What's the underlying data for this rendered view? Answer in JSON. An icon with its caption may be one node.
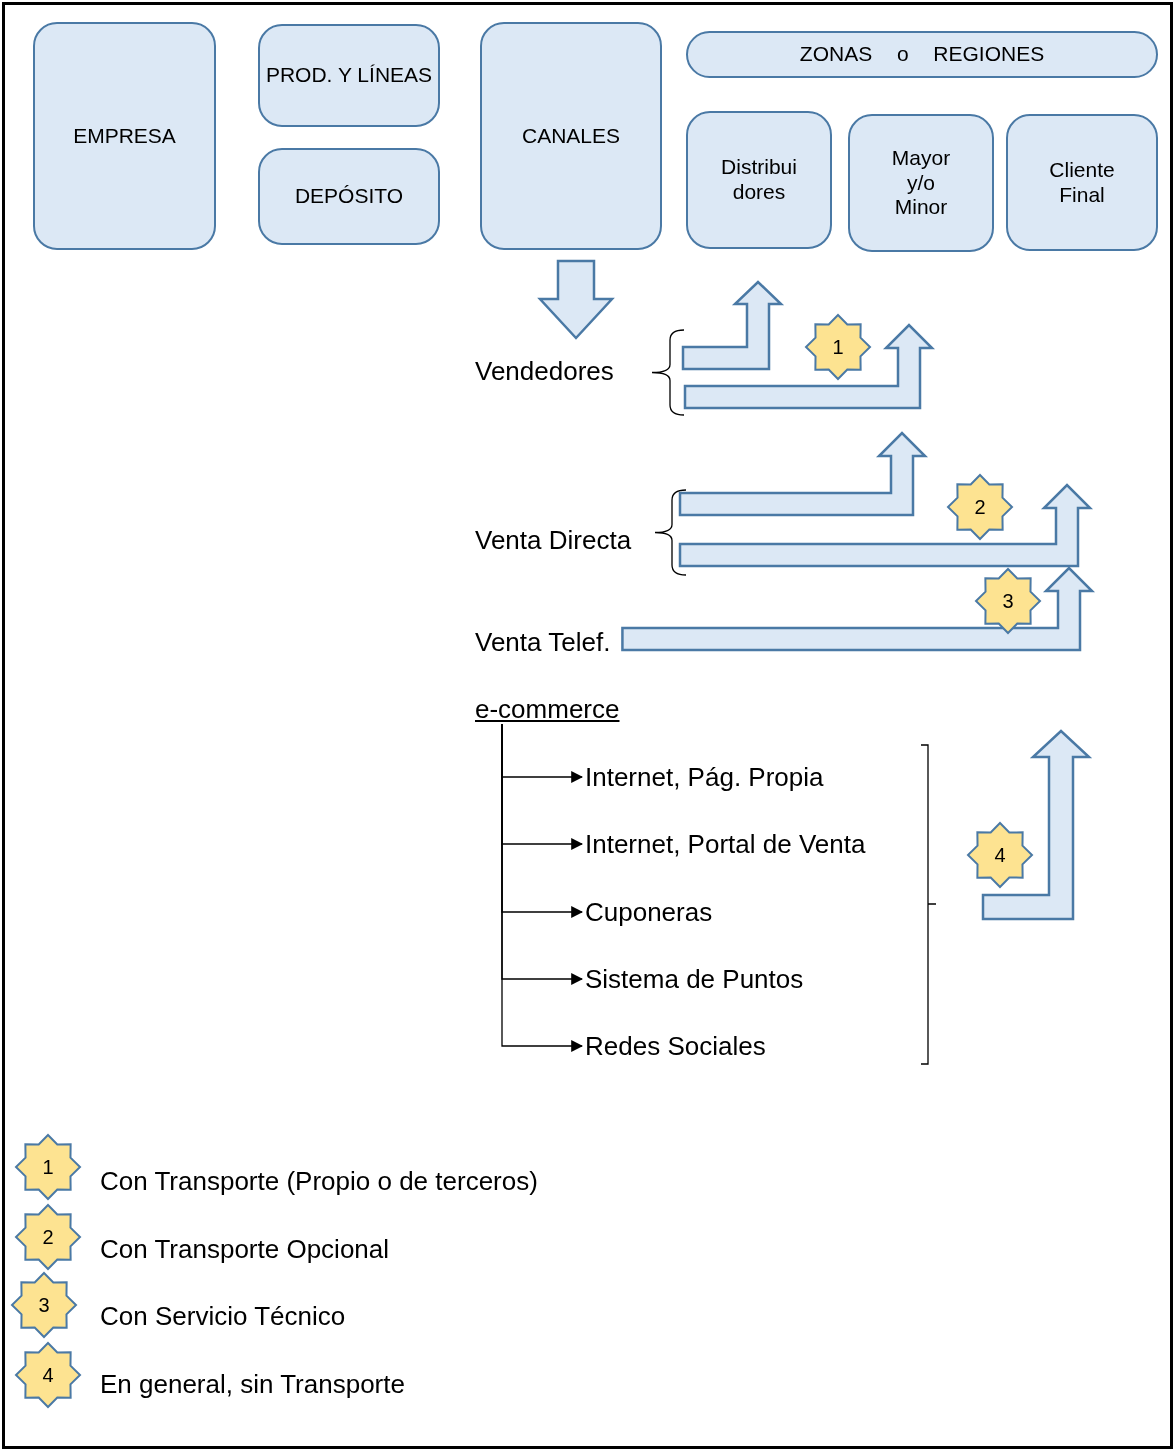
{
  "diagram": {
    "nodes": [
      {
        "text": [
          "EMPRESA"
        ]
      },
      {
        "text": [
          "PROD. Y LÍNEAS"
        ]
      },
      {
        "text": [
          "DEPÓSITO"
        ]
      },
      {
        "text": [
          "CANALES"
        ]
      },
      {
        "text": [
          "ZONAS o REGIONES"
        ]
      },
      {
        "text": [
          "Distribui dores"
        ]
      },
      {
        "text": [
          "Mayor y/o Minor"
        ]
      },
      {
        "text": [
          "Cliente Final"
        ]
      },
      {
        "text": [
          "Vendedores"
        ]
      },
      {
        "text": [
          "Venta Directa"
        ]
      },
      {
        "text": [
          "Venta Telef."
        ]
      },
      {
        "text": [
          "e-commerce"
        ]
      },
      {
        "text": [
          "Internet, Pág. Propia"
        ]
      },
      {
        "text": [
          "Internet, Portal de Venta"
        ]
      },
      {
        "text": [
          "Cuponeras"
        ]
      },
      {
        "text": [
          "Sistema de Puntos"
        ]
      },
      {
        "text": [
          "Redes Sociales"
        ]
      },
      {
        "text": [
          "1"
        ]
      },
      {
        "text": [
          "2"
        ]
      },
      {
        "text": [
          "3"
        ]
      },
      {
        "text": [
          "4"
        ]
      },
      {
        "text": [
          "1"
        ]
      },
      {
        "text": [
          "2"
        ]
      },
      {
        "text": [
          "3"
        ]
      },
      {
        "text": [
          "4"
        ]
      }
    ],
    "edges": [
      {
        "from": 3,
        "to": 8,
        "arrow": "to",
        "style": "thick"
      },
      {
        "from": 8,
        "to": 5,
        "arrow": "to",
        "style": "thick"
      },
      {
        "from": 8,
        "to": 6,
        "arrow": "to",
        "style": "thick"
      },
      {
        "from": 9,
        "to": null,
        "arrow": "to",
        "style": "thick"
      },
      {
        "from": 9,
        "to": 7,
        "arrow": "to",
        "style": "thick"
      },
      {
        "from": 10,
        "to": null,
        "arrow": "to",
        "style": "thick"
      },
      {
        "from": 11,
        "to": 12,
        "arrow": "to"
      },
      {
        "from": 11,
        "to": 13,
        "arrow": "to"
      },
      {
        "from": 11,
        "to": 14,
        "arrow": "to"
      },
      {
        "from": 11,
        "to": 15,
        "arrow": "to"
      },
      {
        "from": 11,
        "to": 16,
        "arrow": "to"
      }
    ],
    "legend": [
      {
        "text": "Con Transporte (Propio o de terceros)"
      },
      {
        "text": "Con Transporte Opcional"
      },
      {
        "text": "Con Servicio Técnico"
      },
      {
        "text": "En general, sin Transporte"
      }
    ]
  }
}
